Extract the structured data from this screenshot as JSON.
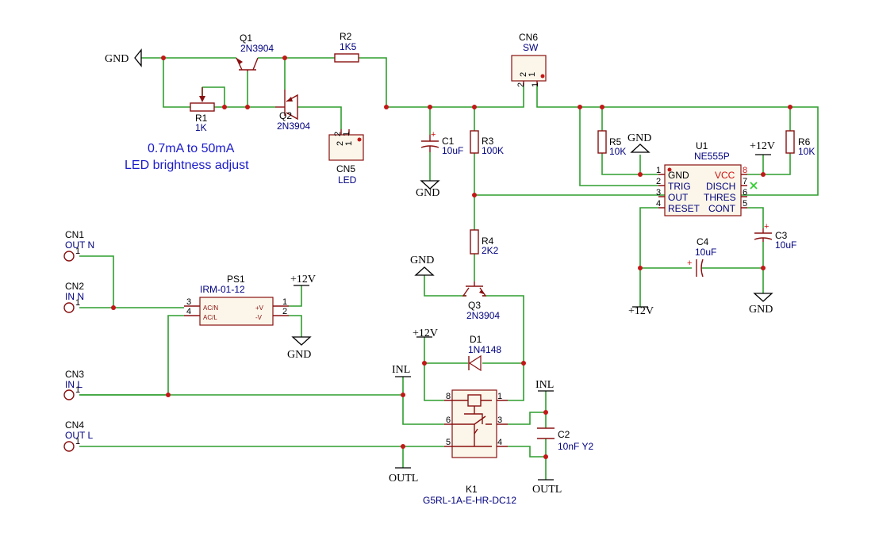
{
  "note": {
    "line1": "0.7mA to 50mA",
    "line2": "LED brightness adjust"
  },
  "components": {
    "Q1": {
      "ref": "Q1",
      "value": "2N3904"
    },
    "Q2": {
      "ref": "Q2",
      "value": "2N3904"
    },
    "Q3": {
      "ref": "Q3",
      "value": "2N3904"
    },
    "R1": {
      "ref": "R1",
      "value": "1K"
    },
    "R2": {
      "ref": "R2",
      "value": "1K5"
    },
    "R3": {
      "ref": "R3",
      "value": "100K"
    },
    "R4": {
      "ref": "R4",
      "value": "2K2"
    },
    "R5": {
      "ref": "R5",
      "value": "10K"
    },
    "R6": {
      "ref": "R6",
      "value": "10K"
    },
    "C1": {
      "ref": "C1",
      "value": "10uF"
    },
    "C2": {
      "ref": "C2",
      "value": "10nF Y2"
    },
    "C3": {
      "ref": "C3",
      "value": "10uF"
    },
    "C4": {
      "ref": "C4",
      "value": "10uF"
    },
    "D1": {
      "ref": "D1",
      "value": "1N4148"
    },
    "CN1": {
      "ref": "CN1",
      "value": "OUT N"
    },
    "CN2": {
      "ref": "CN2",
      "value": "IN N"
    },
    "CN3": {
      "ref": "CN3",
      "value": "IN L"
    },
    "CN4": {
      "ref": "CN4",
      "value": "OUT L"
    },
    "CN5": {
      "ref": "CN5",
      "value": "LED"
    },
    "CN6": {
      "ref": "CN6",
      "value": "SW"
    },
    "PS1": {
      "ref": "PS1",
      "value": "IRM-01-12"
    },
    "K1": {
      "ref": "K1",
      "value": "G5RL-1A-E-HR-DC12"
    },
    "U1": {
      "ref": "U1",
      "value": "NE555P"
    }
  },
  "nets": {
    "gnd": "GND",
    "v12": "+12V",
    "inl": "INL",
    "outl": "OUTL"
  },
  "pins": {
    "p1": "1",
    "p2": "2",
    "p3": "3",
    "p4": "4",
    "p5": "5",
    "p6": "6",
    "p7": "7",
    "p8": "8",
    "plus": "+"
  },
  "u1_pins": {
    "gnd": "GND",
    "trig": "TRIG",
    "out": "OUT",
    "reset": "RESET",
    "vcc": "VCC",
    "disch": "DISCH",
    "thres": "THRES",
    "cont": "CONT"
  },
  "ps1_pins": {
    "acn": "AC/N",
    "acl": "AC/L",
    "vp": "+V",
    "vm": "-V"
  },
  "colors": {
    "wire": "#2e9e2e",
    "component": "#8a1010",
    "junction": "#c21818",
    "label": "#000080",
    "note": "#1a1acc"
  }
}
